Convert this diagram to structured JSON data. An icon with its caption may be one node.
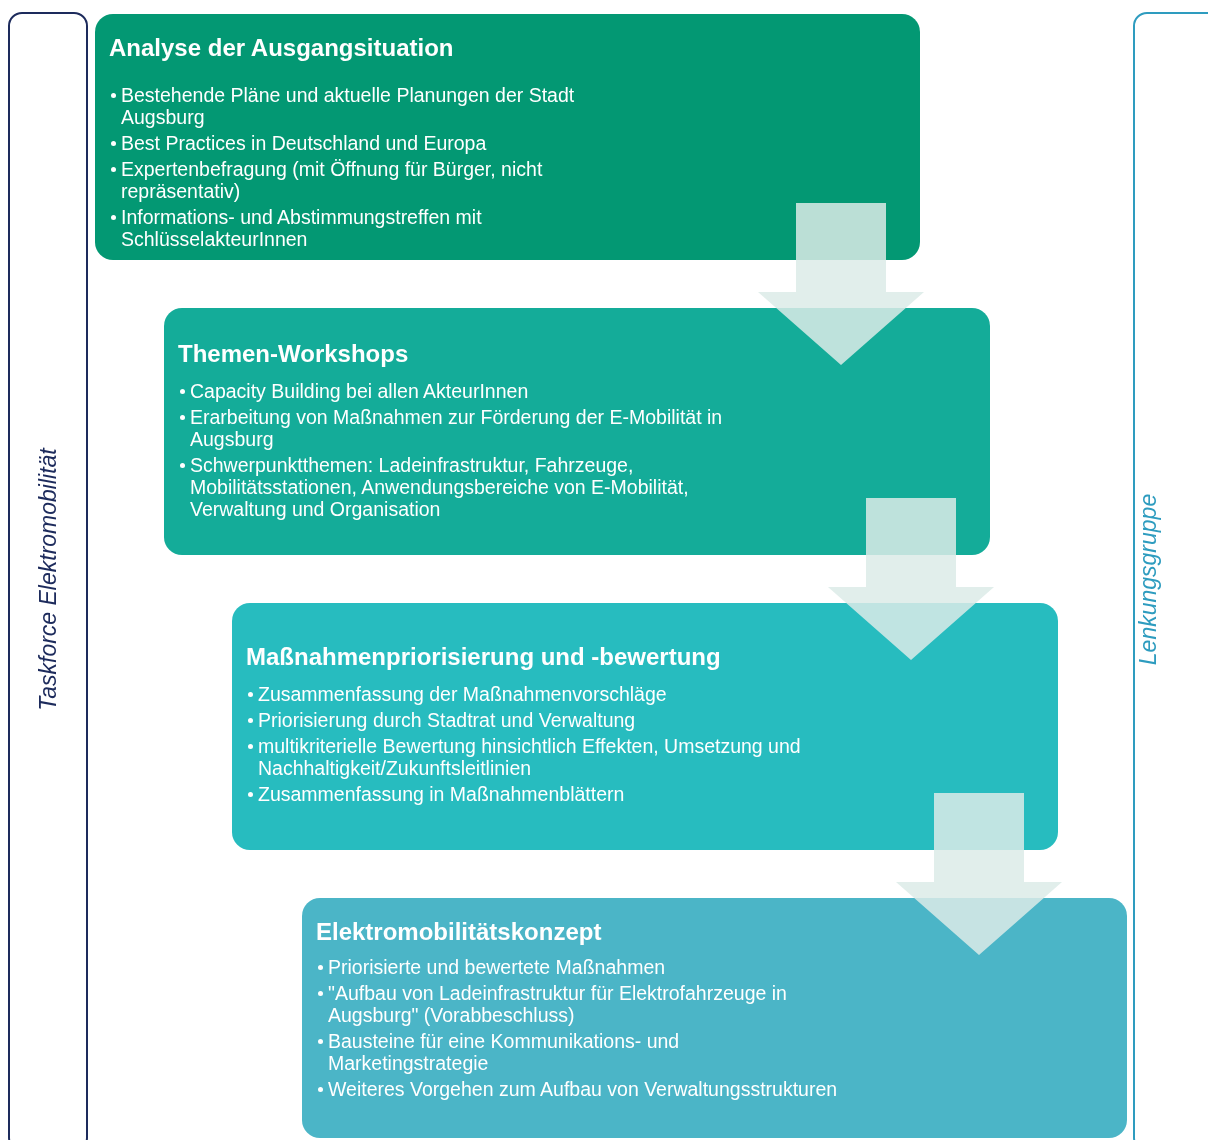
{
  "diagram": {
    "nodes": [
      {
        "text": [
          "Taskforce Elektromobilität"
        ]
      },
      {
        "text": [
          "Lenkungsgruppe"
        ]
      },
      {
        "text": [
          "Analyse der Ausgangsituation",
          "Bestehende Pläne und aktuelle Planungen der Stadt Augsburg",
          "Best Practices in Deutschland und Europa",
          "Expertenbefragung (mit Öffnung für Bürger, nicht repräsentativ)",
          "Informations- und Abstimmungstreffen mit SchlüsselakteurInnen"
        ]
      },
      {
        "text": [
          "Themen-Workshops",
          "Capacity Building bei allen AkteurInnen",
          "Erarbeitung von Maßnahmen zur Förderung der E-Mobilität in Augsburg",
          "Schwerpunktthemen: Ladeinfrastruktur, Fahrzeuge, Mobilitätsstationen, Anwendungsbereiche von E-Mobilität, Verwaltung und Organisation"
        ]
      },
      {
        "text": [
          "Maßnahmenpriorisierung und -bewertung",
          "Zusammenfassung der Maßnahmenvorschläge",
          "Priorisierung durch Stadtrat und Verwaltung",
          "multikriterielle Bewertung hinsichtlich Effekten, Umsetzung und Nachhaltigkeit/Zukunftsleitlinien",
          "Zusammenfassung in Maßnahmenblättern"
        ]
      },
      {
        "text": [
          "Elektromobilitätskonzept",
          "Priorisierte und bewertete Maßnahmen",
          "\"Aufbau von Ladeinfrastruktur für Elektrofahrzeuge in Augsburg\" (Vorabbeschluss)",
          "Bausteine für eine Kommunikations- und Marketingstrategie",
          "Weiteres Vorgehen zum Aufbau von Verwaltungsstrukturen"
        ]
      }
    ],
    "edges": [
      {
        "from": 2,
        "to": 3,
        "arrow": "to"
      },
      {
        "from": 3,
        "to": 4,
        "arrow": "to"
      },
      {
        "from": 4,
        "to": 5,
        "arrow": "to"
      }
    ]
  }
}
